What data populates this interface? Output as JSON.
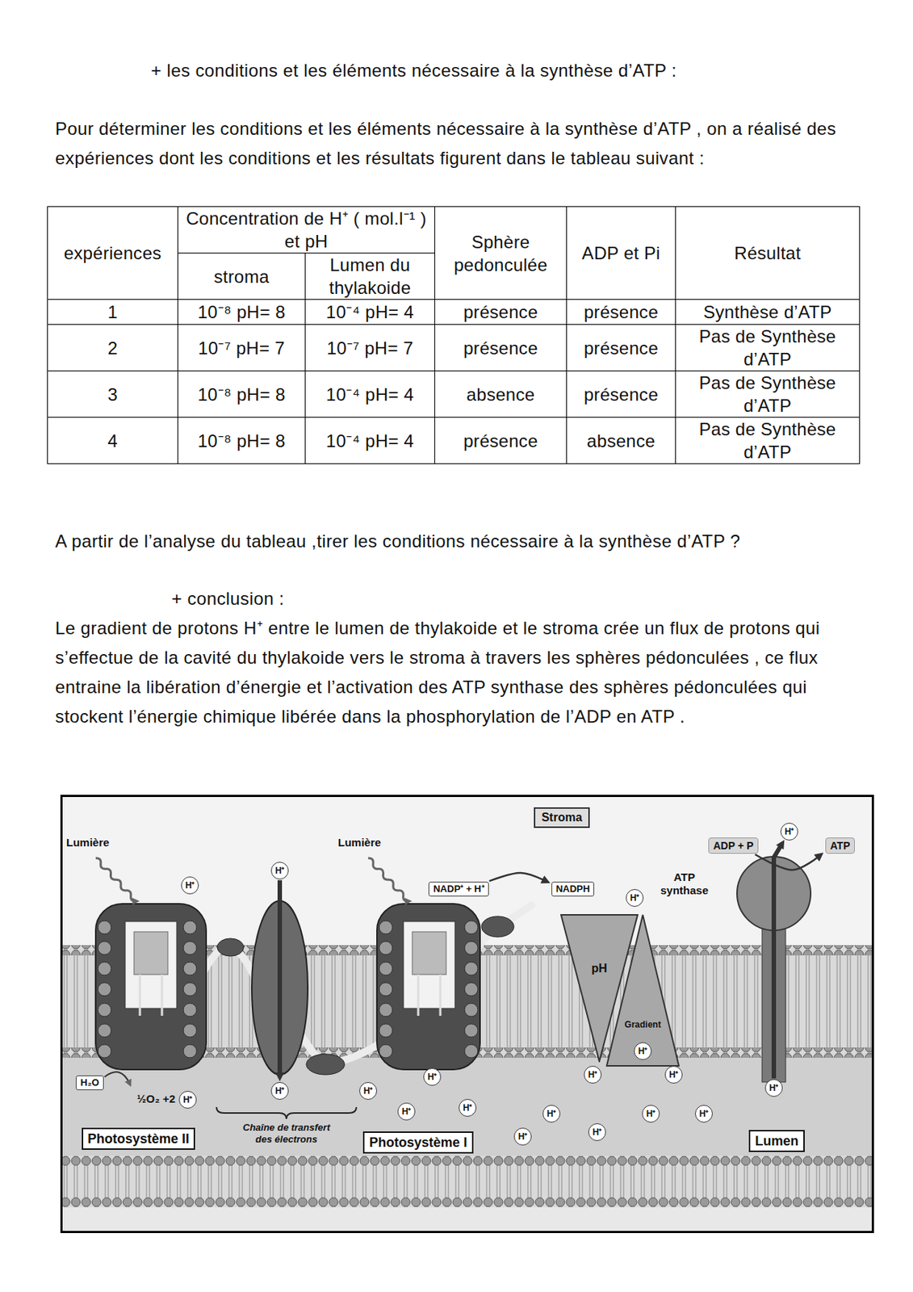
{
  "diagram": {
    "nodes": [
      {
        "text": [
          "Stroma"
        ]
      },
      {
        "text": [
          "ADP + P"
        ]
      },
      {
        "text": [
          "H⁺"
        ]
      },
      {
        "text": [
          "ATP"
        ]
      },
      {
        "text": [
          "H⁺"
        ]
      },
      {
        "text": [
          "NADP⁺ + H⁺"
        ]
      },
      {
        "text": [
          "NADPH"
        ]
      },
      {
        "text": [
          "H⁺"
        ]
      },
      {
        "text": [
          "H⁺"
        ]
      },
      {
        "text": [
          "pH"
        ]
      },
      {
        "text": [
          "Gradient"
        ]
      },
      {
        "text": [
          "H⁺"
        ],
        "in": 10
      },
      {
        "text": [
          "H₂O"
        ]
      },
      {
        "text": [
          "H⁺"
        ]
      },
      {
        "text": [
          "H⁺"
        ]
      },
      {
        "text": [
          "H⁺"
        ]
      },
      {
        "text": [
          "H⁺"
        ]
      },
      {
        "text": [
          "H⁺"
        ]
      },
      {
        "text": [
          "H⁺"
        ]
      },
      {
        "text": [
          "H⁺"
        ]
      },
      {
        "text": [
          "H⁺"
        ]
      },
      {
        "text": [
          "H⁺"
        ]
      },
      {
        "text": [
          "H⁺"
        ]
      },
      {
        "text": [
          "H⁺"
        ]
      },
      {
        "text": [
          "H⁺"
        ]
      },
      {
        "text": [
          "H⁺"
        ]
      },
      {
        "text": [
          "H⁺"
        ]
      },
      {
        "text": [
          "Photosystème II"
        ]
      },
      {
        "text": [
          "Photosystème I"
        ]
      },
      {
        "text": [
          "Lumen"
        ]
      }
    ],
    "edges": [
      {
        "from": 5,
        "to": 6,
        "arrow": "to"
      },
      {
        "from": 4,
        "to": 14,
        "arrow": "to"
      },
      {
        "from": 26,
        "to": 2,
        "arrow": "to"
      },
      {
        "from": 1,
        "to": 3,
        "arrow": "to"
      }
    ],
    "labels": [
      "+ les conditions et les éléments nécessaire à la synthèse d’ATP :",
      "Pour déterminer les conditions et les éléments nécessaire à la synthèse d’ATP , on a réalisé des expériences dont les conditions et les résultats figurent dans le tableau suivant :",
      "expériences",
      "Concentration de H⁺ ( mol.l⁻¹ ) et pH",
      "Sphère pedonculée",
      "ADP et Pi",
      "Résultat",
      "stroma",
      "Lumen du thylakoide",
      "1",
      "10⁻⁸ pH= 8",
      "10⁻⁴ pH= 4",
      "présence",
      "présence",
      "Synthèse d’ATP",
      "2",
      "10⁻⁷ pH= 7",
      "10⁻⁷ pH= 7",
      "présence",
      "présence",
      "Pas de Synthèse d’ATP",
      "3",
      "10⁻⁸ pH= 8",
      "10⁻⁴ pH= 4",
      "absence",
      "présence",
      "Pas de Synthèse d’ATP",
      "4",
      "10⁻⁸ pH= 8",
      "10⁻⁴ pH= 4",
      "présence",
      "absence",
      "Pas de Synthèse d’ATP",
      "A partir de l’analyse du tableau ,tirer les conditions nécessaire à la synthèse d’ATP ?",
      "+ conclusion :",
      "Le gradient de protons H⁺ entre le lumen de thylakoide et le stroma crée un flux de protons qui s’effectue de la cavité du thylakoide vers le stroma à travers les sphères pédonculées , ce flux entraine la libération d’énergie et l’activation des ATP synthase des sphères pédonculées qui stockent l’énergie chimique libérée dans la phosphorylation de l’ADP en ATP .",
      "Lumière",
      "Lumière",
      "ATP synthase",
      "½O₂ +2",
      "Chaîne de transfert des électrons"
    ]
  }
}
